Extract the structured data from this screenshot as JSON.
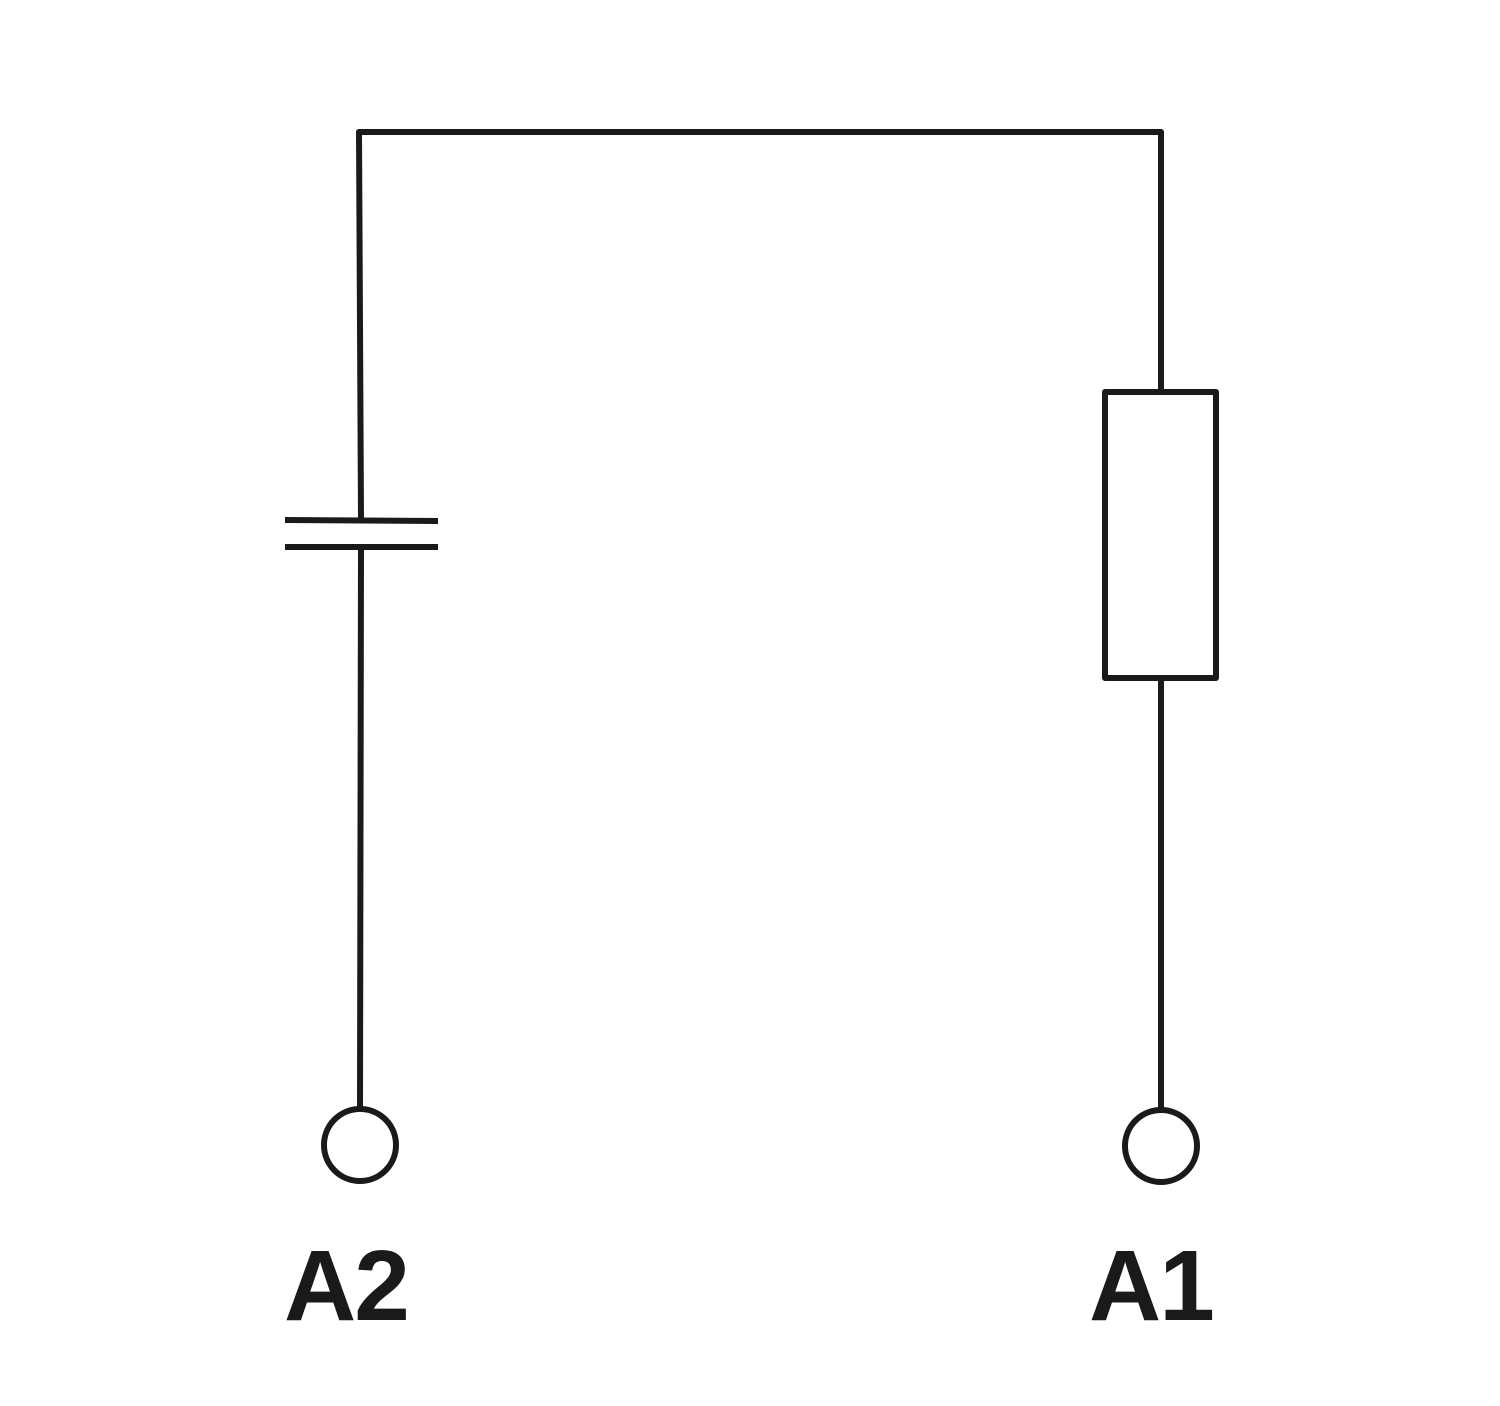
{
  "colors": {
    "stroke": "#1a1a1a",
    "background": "#ffffff"
  },
  "diagram": {
    "components": {
      "capacitor": "capacitor-symbol",
      "resistor": "resistor-symbol"
    },
    "terminals": {
      "left_label": "A2",
      "right_label": "A1"
    }
  }
}
